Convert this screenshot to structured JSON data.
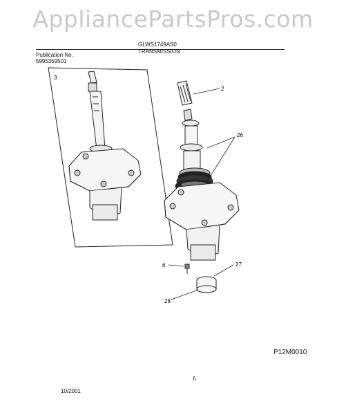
{
  "watermark": "AppliancePartsPros.com",
  "header": {
    "model": "GLWS1749AS0",
    "publication_label": "Publication No.",
    "publication_number": "5995359501",
    "section_title": "TRANSMISSION"
  },
  "callouts": {
    "inset_assembly": "3",
    "splined_part": "2",
    "bearing_seals": "26",
    "screw": "6",
    "collar": "27",
    "bushing": "28"
  },
  "footer": {
    "figure_code": "P12M0010",
    "page_number": "6",
    "date": "10/2001"
  }
}
